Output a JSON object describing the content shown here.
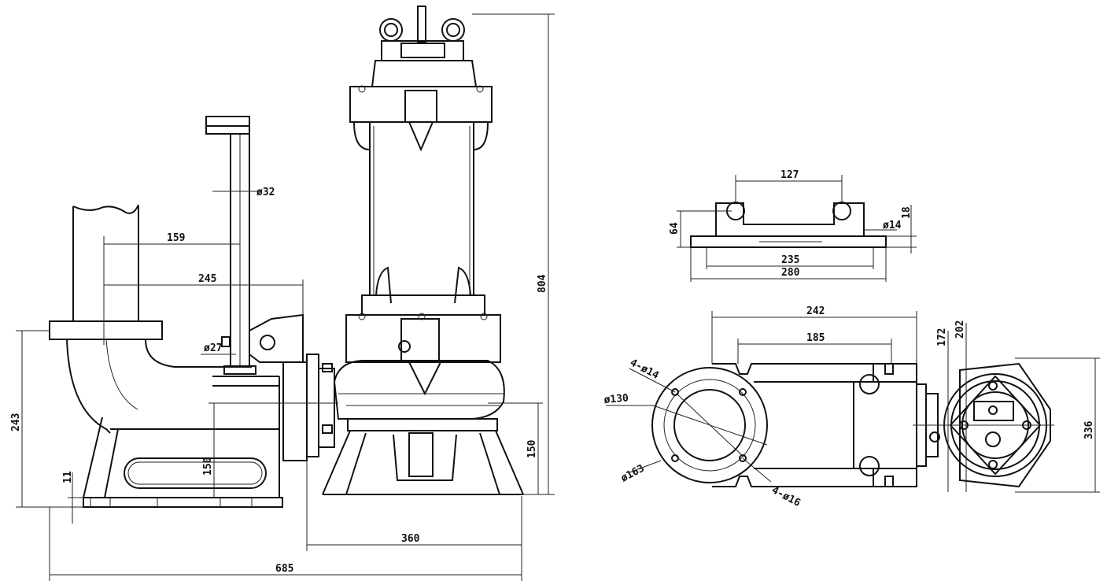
{
  "drawing": {
    "colors": {
      "line": "#111111",
      "background": "#ffffff"
    },
    "side_view": {
      "dims": {
        "d32": "ø32",
        "d159": "159",
        "d245": "245",
        "d27": "ø27",
        "d243": "243",
        "d11": "11",
        "d150a": "150",
        "d150b": "150",
        "d804": "804",
        "d360": "360",
        "d685": "685"
      }
    },
    "top_detail": {
      "dims": {
        "d127": "127",
        "d18": "18",
        "d64": "64",
        "d14": "ø14",
        "d235": "235",
        "d280": "280"
      }
    },
    "plan_view": {
      "dims": {
        "d242": "242",
        "d185": "185",
        "d172": "172",
        "d202": "202",
        "d4x14": "4-ø14",
        "d130": "ø130",
        "d163": "ø163",
        "d4x16": "4-ø16",
        "d336": "336"
      }
    }
  }
}
